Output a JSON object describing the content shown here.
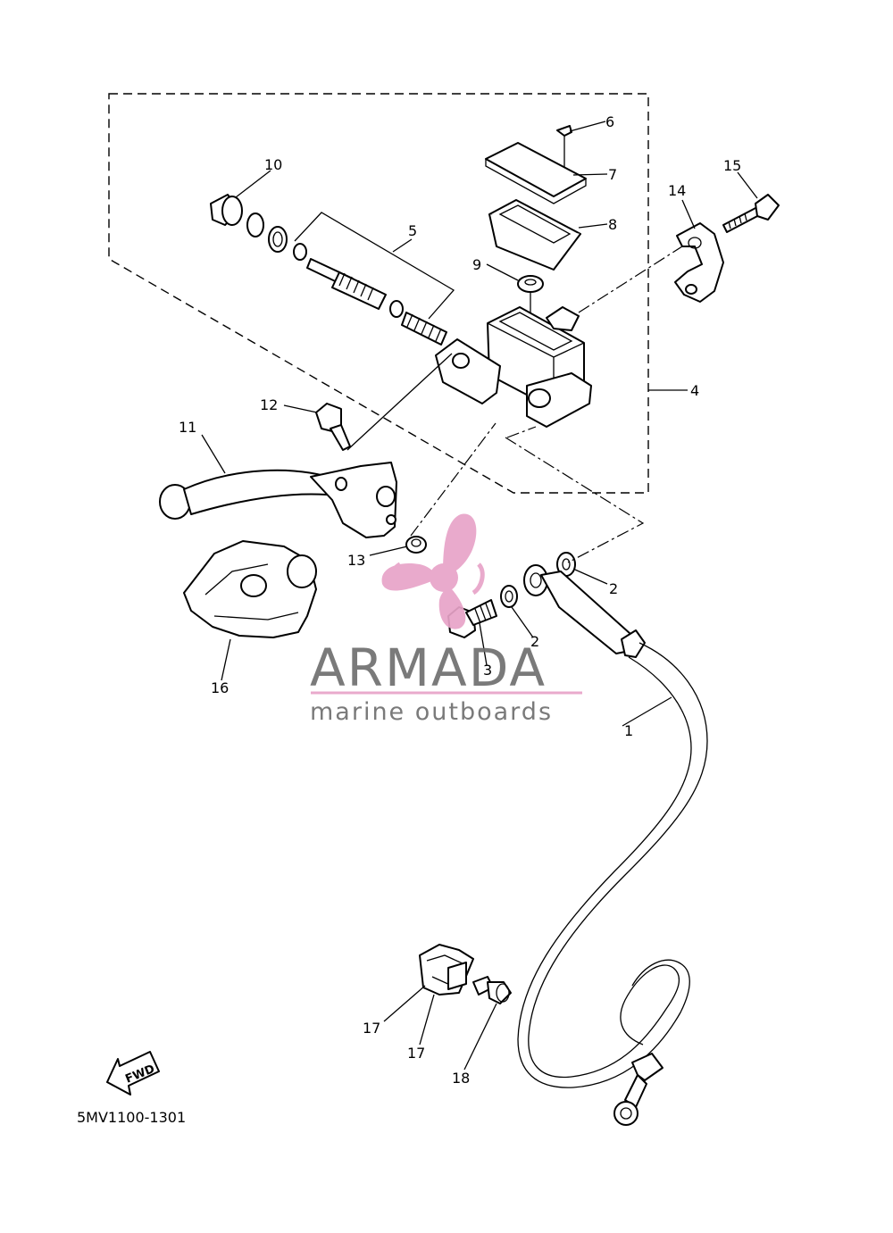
{
  "diagram": {
    "part_labels": [
      "1",
      "2",
      "2",
      "3",
      "4",
      "5",
      "6",
      "7",
      "8",
      "9",
      "10",
      "11",
      "12",
      "13",
      "14",
      "15",
      "16",
      "17",
      "17",
      "18"
    ],
    "diagram_code": "5MV1100-1301",
    "fwd_arrow_text": "FWD"
  },
  "watermark": {
    "title": "ARMADA",
    "subtitle": "marine outboards",
    "accent_color": "#e8a3c8",
    "text_color": "#6f6f6f"
  }
}
